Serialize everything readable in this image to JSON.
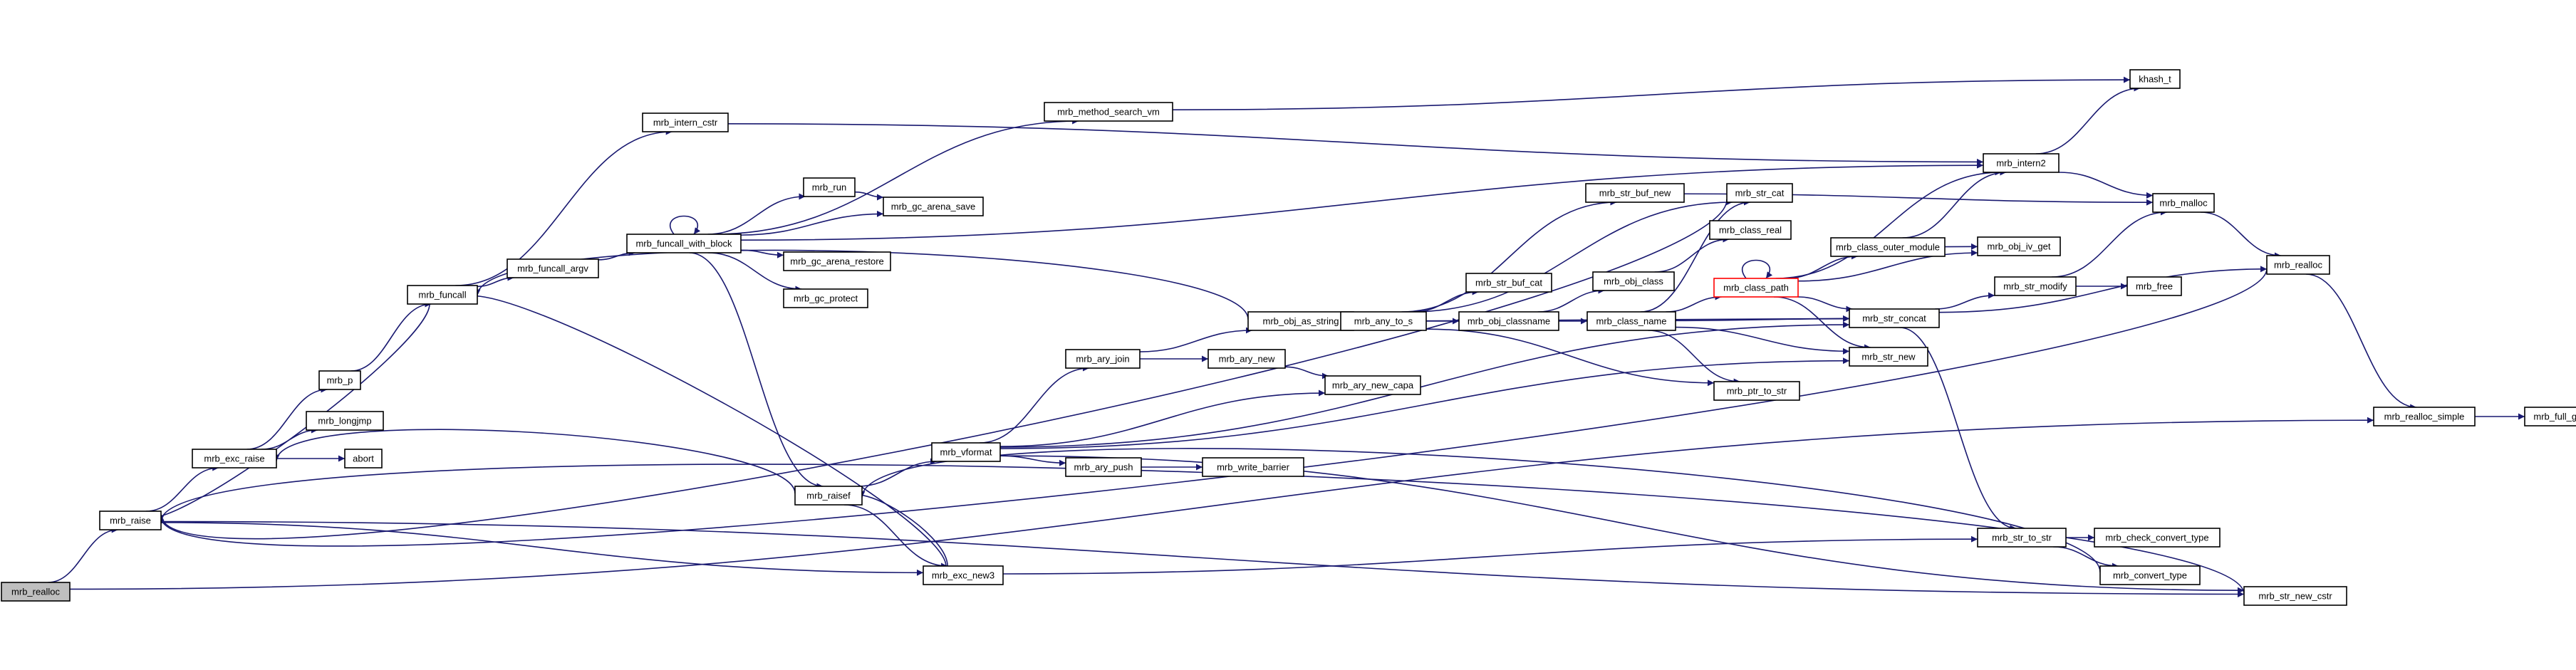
{
  "colors": {
    "edge": "#191970",
    "node_border": "#000000",
    "root_fill": "#bfbfbf",
    "highlight_border": "#ff0000"
  },
  "nodes": [
    {
      "id": "mrb_realloc_root",
      "label": "mrb_realloc",
      "style": "root"
    },
    {
      "id": "mrb_raise",
      "label": "mrb_raise"
    },
    {
      "id": "mrb_exc_raise",
      "label": "mrb_exc_raise"
    },
    {
      "id": "mrb_p",
      "label": "mrb_p"
    },
    {
      "id": "mrb_longjmp",
      "label": "mrb_longjmp"
    },
    {
      "id": "abort",
      "label": "abort"
    },
    {
      "id": "mrb_funcall",
      "label": "mrb_funcall"
    },
    {
      "id": "mrb_intern_cstr",
      "label": "mrb_intern_cstr"
    },
    {
      "id": "mrb_funcall_argv",
      "label": "mrb_funcall_argv"
    },
    {
      "id": "mrb_funcall_with_block",
      "label": "mrb_funcall_with_block"
    },
    {
      "id": "mrb_run",
      "label": "mrb_run"
    },
    {
      "id": "mrb_gc_arena_save",
      "label": "mrb_gc_arena_save"
    },
    {
      "id": "mrb_gc_arena_restore",
      "label": "mrb_gc_arena_restore"
    },
    {
      "id": "mrb_gc_protect",
      "label": "mrb_gc_protect"
    },
    {
      "id": "mrb_method_search_vm",
      "label": "mrb_method_search_vm"
    },
    {
      "id": "mrb_raisef",
      "label": "mrb_raisef"
    },
    {
      "id": "mrb_exc_new3",
      "label": "mrb_exc_new3"
    },
    {
      "id": "mrb_vformat",
      "label": "mrb_vformat"
    },
    {
      "id": "mrb_ary_join",
      "label": "mrb_ary_join"
    },
    {
      "id": "mrb_ary_new",
      "label": "mrb_ary_new"
    },
    {
      "id": "mrb_ary_new_capa",
      "label": "mrb_ary_new_capa"
    },
    {
      "id": "mrb_ary_push",
      "label": "mrb_ary_push"
    },
    {
      "id": "mrb_write_barrier",
      "label": "mrb_write_barrier"
    },
    {
      "id": "mrb_obj_as_string",
      "label": "mrb_obj_as_string"
    },
    {
      "id": "mrb_any_to_s",
      "label": "mrb_any_to_s"
    },
    {
      "id": "mrb_str_buf_new",
      "label": "mrb_str_buf_new"
    },
    {
      "id": "mrb_str_cat",
      "label": "mrb_str_cat"
    },
    {
      "id": "mrb_str_buf_cat",
      "label": "mrb_str_buf_cat"
    },
    {
      "id": "mrb_obj_classname",
      "label": "mrb_obj_classname"
    },
    {
      "id": "mrb_obj_class",
      "label": "mrb_obj_class"
    },
    {
      "id": "mrb_class_real",
      "label": "mrb_class_real"
    },
    {
      "id": "mrb_class_name",
      "label": "mrb_class_name"
    },
    {
      "id": "mrb_class_path",
      "label": "mrb_class_path",
      "style": "highlight"
    },
    {
      "id": "mrb_ptr_to_str",
      "label": "mrb_ptr_to_str"
    },
    {
      "id": "mrb_intern2",
      "label": "mrb_intern2"
    },
    {
      "id": "khash_t",
      "label": "khash_t"
    },
    {
      "id": "mrb_class_outer_module",
      "label": "mrb_class_outer_module"
    },
    {
      "id": "mrb_obj_iv_get",
      "label": "mrb_obj_iv_get"
    },
    {
      "id": "mrb_str_concat",
      "label": "mrb_str_concat"
    },
    {
      "id": "mrb_str_new",
      "label": "mrb_str_new"
    },
    {
      "id": "mrb_str_modify",
      "label": "mrb_str_modify"
    },
    {
      "id": "mrb_free",
      "label": "mrb_free"
    },
    {
      "id": "mrb_malloc",
      "label": "mrb_malloc"
    },
    {
      "id": "mrb_realloc",
      "label": "mrb_realloc"
    },
    {
      "id": "mrb_str_to_str",
      "label": "mrb_str_to_str"
    },
    {
      "id": "mrb_check_convert_type",
      "label": "mrb_check_convert_type"
    },
    {
      "id": "mrb_convert_type",
      "label": "mrb_convert_type"
    },
    {
      "id": "mrb_str_new_cstr",
      "label": "mrb_str_new_cstr"
    },
    {
      "id": "mrb_realloc_simple",
      "label": "mrb_realloc_simple"
    },
    {
      "id": "mrb_full_gc",
      "label": "mrb_full_gc"
    }
  ],
  "edges": [
    [
      "mrb_realloc_root",
      "mrb_raise"
    ],
    [
      "mrb_realloc_root",
      "mrb_realloc_simple"
    ],
    [
      "mrb_raise",
      "mrb_exc_raise"
    ],
    [
      "mrb_raise",
      "mrb_exc_new3"
    ],
    [
      "mrb_raise",
      "mrb_str_new_cstr"
    ],
    [
      "mrb_exc_raise",
      "mrb_p"
    ],
    [
      "mrb_exc_raise",
      "mrb_longjmp"
    ],
    [
      "mrb_exc_raise",
      "abort"
    ],
    [
      "mrb_p",
      "mrb_funcall"
    ],
    [
      "mrb_funcall",
      "mrb_intern_cstr"
    ],
    [
      "mrb_funcall",
      "mrb_funcall_argv"
    ],
    [
      "mrb_funcall",
      "mrb_raise"
    ],
    [
      "mrb_funcall_argv",
      "mrb_funcall_with_block"
    ],
    [
      "mrb_funcall_with_block",
      "mrb_funcall_with_block"
    ],
    [
      "mrb_funcall_with_block",
      "mrb_run"
    ],
    [
      "mrb_funcall_with_block",
      "mrb_gc_arena_save"
    ],
    [
      "mrb_funcall_with_block",
      "mrb_gc_arena_restore"
    ],
    [
      "mrb_funcall_with_block",
      "mrb_gc_protect"
    ],
    [
      "mrb_funcall_with_block",
      "mrb_method_search_vm"
    ],
    [
      "mrb_funcall_with_block",
      "mrb_intern2"
    ],
    [
      "mrb_funcall_with_block",
      "mrb_raisef"
    ],
    [
      "mrb_run",
      "mrb_gc_arena_save"
    ],
    [
      "mrb_intern_cstr",
      "mrb_intern2"
    ],
    [
      "mrb_method_search_vm",
      "khash_t"
    ],
    [
      "mrb_raisef",
      "mrb_vformat"
    ],
    [
      "mrb_raisef",
      "mrb_exc_new3"
    ],
    [
      "mrb_raisef",
      "mrb_exc_raise"
    ],
    [
      "mrb_exc_new3",
      "mrb_funcall"
    ],
    [
      "mrb_exc_new3",
      "mrb_raisef"
    ],
    [
      "mrb_exc_new3",
      "mrb_str_to_str"
    ],
    [
      "mrb_vformat",
      "mrb_ary_join"
    ],
    [
      "mrb_vformat",
      "mrb_ary_new_capa"
    ],
    [
      "mrb_vformat",
      "mrb_ary_push"
    ],
    [
      "mrb_vformat",
      "mrb_str_concat"
    ],
    [
      "mrb_vformat",
      "mrb_str_new"
    ],
    [
      "mrb_vformat",
      "mrb_str_new_cstr"
    ],
    [
      "mrb_ary_join",
      "mrb_ary_new"
    ],
    [
      "mrb_ary_join",
      "mrb_obj_as_string"
    ],
    [
      "mrb_ary_new",
      "mrb_ary_new_capa"
    ],
    [
      "mrb_ary_push",
      "mrb_write_barrier"
    ],
    [
      "mrb_obj_as_string",
      "mrb_any_to_s"
    ],
    [
      "mrb_obj_as_string",
      "mrb_funcall"
    ],
    [
      "mrb_any_to_s",
      "mrb_str_buf_new"
    ],
    [
      "mrb_any_to_s",
      "mrb_str_cat"
    ],
    [
      "mrb_any_to_s",
      "mrb_str_buf_cat"
    ],
    [
      "mrb_any_to_s",
      "mrb_obj_classname"
    ],
    [
      "mrb_any_to_s",
      "mrb_ptr_to_str"
    ],
    [
      "mrb_any_to_s",
      "mrb_str_concat"
    ],
    [
      "mrb_str_buf_new",
      "mrb_malloc"
    ],
    [
      "mrb_str_cat",
      "mrb_raise"
    ],
    [
      "mrb_obj_classname",
      "mrb_obj_class"
    ],
    [
      "mrb_obj_classname",
      "mrb_class_name"
    ],
    [
      "mrb_obj_class",
      "mrb_class_real"
    ],
    [
      "mrb_class_name",
      "mrb_class_path"
    ],
    [
      "mrb_class_name",
      "mrb_str_cat"
    ],
    [
      "mrb_class_name",
      "mrb_ptr_to_str"
    ],
    [
      "mrb_class_name",
      "mrb_str_concat"
    ],
    [
      "mrb_class_name",
      "mrb_str_new"
    ],
    [
      "mrb_class_path",
      "mrb_class_path"
    ],
    [
      "mrb_class_path",
      "mrb_intern2"
    ],
    [
      "mrb_class_path",
      "mrb_class_outer_module"
    ],
    [
      "mrb_class_path",
      "mrb_obj_iv_get"
    ],
    [
      "mrb_class_path",
      "mrb_str_concat"
    ],
    [
      "mrb_class_path",
      "mrb_str_new"
    ],
    [
      "mrb_class_outer_module",
      "mrb_intern2"
    ],
    [
      "mrb_class_outer_module",
      "mrb_obj_iv_get"
    ],
    [
      "mrb_intern2",
      "khash_t"
    ],
    [
      "mrb_intern2",
      "mrb_malloc"
    ],
    [
      "mrb_str_concat",
      "mrb_str_modify"
    ],
    [
      "mrb_str_concat",
      "mrb_realloc"
    ],
    [
      "mrb_str_concat",
      "mrb_str_to_str"
    ],
    [
      "mrb_str_modify",
      "mrb_malloc"
    ],
    [
      "mrb_str_modify",
      "mrb_free"
    ],
    [
      "mrb_malloc",
      "mrb_realloc"
    ],
    [
      "mrb_realloc",
      "mrb_realloc_simple"
    ],
    [
      "mrb_realloc",
      "mrb_raise"
    ],
    [
      "mrb_realloc_simple",
      "mrb_full_gc"
    ],
    [
      "mrb_str_to_str",
      "mrb_check_convert_type"
    ],
    [
      "mrb_str_to_str",
      "mrb_convert_type"
    ],
    [
      "mrb_convert_type",
      "mrb_raisef"
    ],
    [
      "mrb_str_new_cstr",
      "mrb_raise"
    ]
  ]
}
